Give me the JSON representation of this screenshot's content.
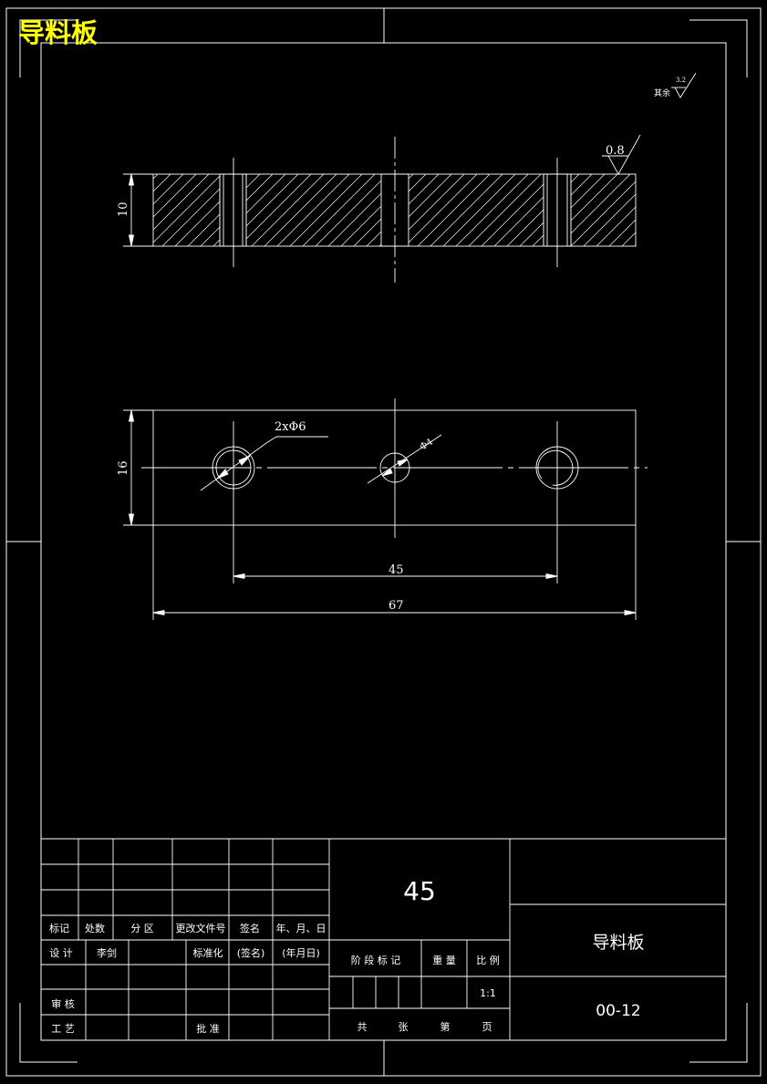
{
  "header_title": "导料板",
  "roughness": {
    "other_label": "其余",
    "other_value": "3.2",
    "surface_value": "0.8"
  },
  "dims": {
    "thickness": "10",
    "width": "16",
    "holes": "2xΦ6",
    "center_hole": "Φ4",
    "hole_pitch": "45",
    "length": "67"
  },
  "title_block": {
    "material": "45",
    "part_name": "导料板",
    "drawing_no": "00-12",
    "scale": "1:1",
    "rev_headers": [
      "标记",
      "处数",
      "分 区",
      "更改文件号",
      "签名",
      "年、月、日"
    ],
    "design_label": "设 计",
    "designer": "李剑",
    "standard_label": "标准化",
    "sign_label": "(签名)",
    "date_label": "(年月日)",
    "review_label": "审 核",
    "process_label": "工 艺",
    "approve_label": "批 准",
    "stage_headers": [
      "阶 段 标 记",
      "重 量",
      "比 例"
    ],
    "sheet_labels": [
      "共",
      "张",
      "第",
      "页"
    ]
  },
  "colors": {
    "line": "#ffffff",
    "title": "#ffff00",
    "background": "#000000"
  }
}
